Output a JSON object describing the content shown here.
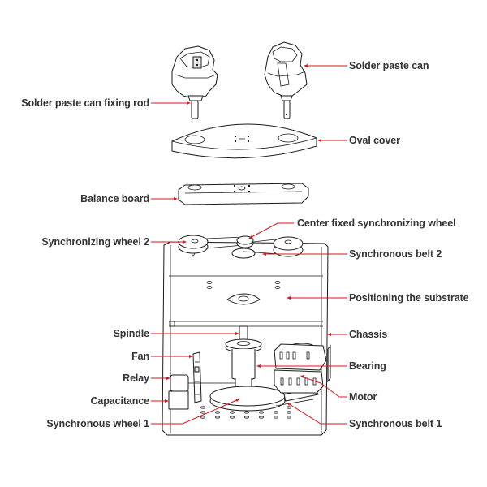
{
  "diagram": {
    "title": "",
    "colors": {
      "label_text": "#333333",
      "leader_line": "#d9161d",
      "outline": "#1a1a1a",
      "background": "#ffffff"
    },
    "labels": {
      "solder_paste_can": "Solder paste can",
      "solder_paste_can_fixing_rod": "Solder paste can fixing rod",
      "oval_cover": "Oval cover",
      "balance_board": "Balance board",
      "center_fixed_synchronizing_wheel": "Center fixed synchronizing wheel",
      "synchronizing_wheel_2": "Synchronizing wheel 2",
      "synchronous_belt_2": "Synchronous belt 2",
      "positioning_the_substrate": "Positioning the substrate",
      "spindle": "Spindle",
      "chassis": "Chassis",
      "fan": "Fan",
      "bearing": "Bearing",
      "relay": "Relay",
      "motor": "Motor",
      "capacitance": "Capacitance",
      "synchronous_wheel_1": "Synchronous wheel 1",
      "synchronous_belt_1": "Synchronous belt 1"
    }
  }
}
